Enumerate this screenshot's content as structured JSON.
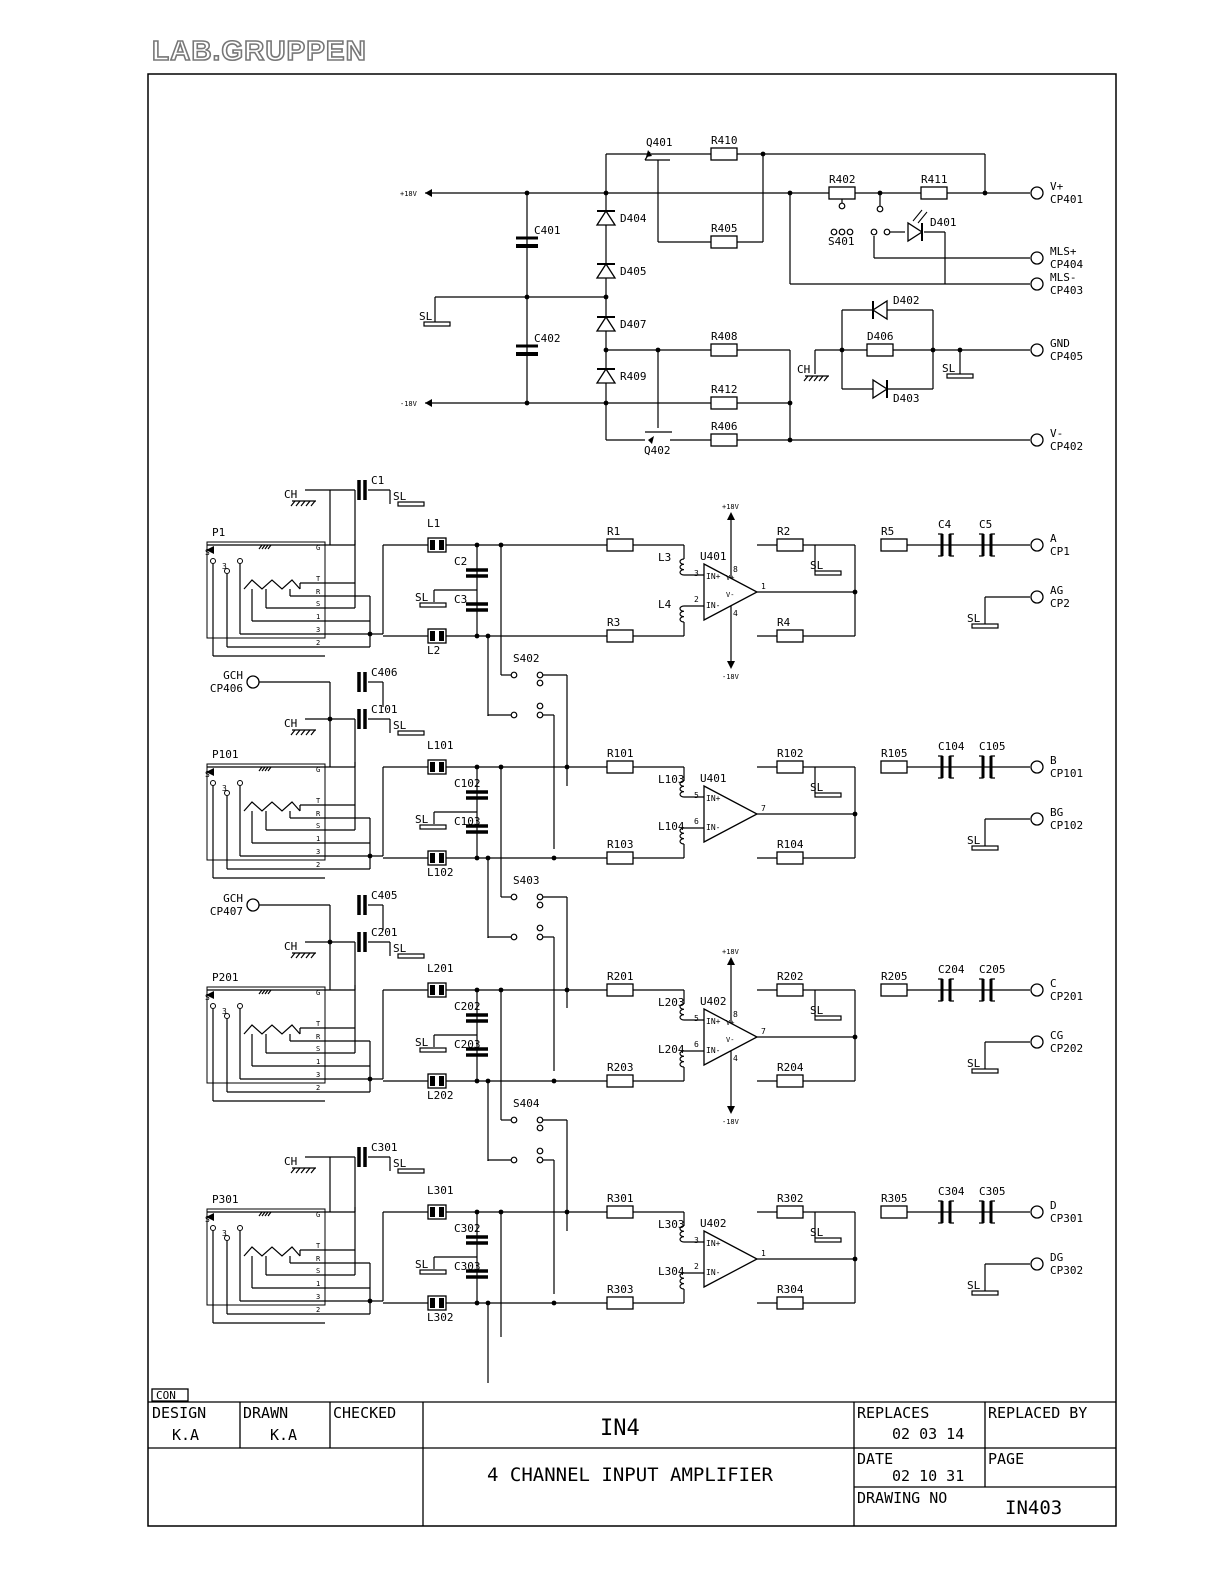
{
  "logo": "LAB.GRUPPEN",
  "supply": {
    "rail_pos": "+18V",
    "rail_neg": "-18V",
    "components": [
      "Q401",
      "R410",
      "R402",
      "R411",
      "C401",
      "D404",
      "R405",
      "S401",
      "D401",
      "D405",
      "D407",
      "C402",
      "R408",
      "D402",
      "R409",
      "D406",
      "R412",
      "D403",
      "R406",
      "Q402"
    ],
    "ports": [
      {
        "name": "V+",
        "id": "CP401"
      },
      {
        "name": "MLS+",
        "id": "CP404"
      },
      {
        "name": "MLS-",
        "id": "CP403"
      },
      {
        "name": "GND",
        "id": "CP405"
      },
      {
        "name": "V-",
        "id": "CP402"
      }
    ],
    "sl": "SL",
    "ch": "CH"
  },
  "channels": [
    {
      "conn": "P1",
      "cap_in": "C1",
      "l_top": "L1",
      "l_bot": "L2",
      "c_a": "C2",
      "c_b": "C3",
      "r_top": "R1",
      "r_bot": "R3",
      "l_a": "L3",
      "l_b": "L4",
      "op": "U401",
      "pins": [
        "3",
        "2",
        "1"
      ],
      "r_fb_top": "R2",
      "r_fb_bot": "R4",
      "r_out": "R5",
      "c_out1": "C4",
      "c_out2": "C5",
      "out": "A",
      "out_id": "CP1",
      "gnd": "AG",
      "gnd_id": "CP2",
      "switch": "S402",
      "power": true
    },
    {
      "conn": "P101",
      "cap_in": "C101",
      "cap_gch": "C406",
      "gch": "GCH",
      "gch_id": "CP406",
      "l_top": "L101",
      "l_bot": "L102",
      "c_a": "C102",
      "c_b": "C103",
      "r_top": "R101",
      "r_bot": "R103",
      "l_a": "L103",
      "l_b": "L104",
      "op": "U401",
      "pins": [
        "5",
        "6",
        "7"
      ],
      "r_fb_top": "R102",
      "r_fb_bot": "R104",
      "r_out": "R105",
      "c_out1": "C104",
      "c_out2": "C105",
      "out": "B",
      "out_id": "CP101",
      "gnd": "BG",
      "gnd_id": "CP102",
      "switch": "S403",
      "power": false
    },
    {
      "conn": "P201",
      "cap_in": "C201",
      "cap_gch": "C405",
      "gch": "GCH",
      "gch_id": "CP407",
      "l_top": "L201",
      "l_bot": "L202",
      "c_a": "C202",
      "c_b": "C203",
      "r_top": "R201",
      "r_bot": "R203",
      "l_a": "L203",
      "l_b": "L204",
      "op": "U402",
      "pins": [
        "5",
        "6",
        "7"
      ],
      "r_fb_top": "R202",
      "r_fb_bot": "R204",
      "r_out": "R205",
      "c_out1": "C204",
      "c_out2": "C205",
      "out": "C",
      "out_id": "CP201",
      "gnd": "CG",
      "gnd_id": "CP202",
      "switch": "S404",
      "power": true
    },
    {
      "conn": "P301",
      "cap_in": "C301",
      "l_top": "L301",
      "l_bot": "L302",
      "c_a": "C302",
      "c_b": "C303",
      "r_top": "R301",
      "r_bot": "R303",
      "l_a": "L303",
      "l_b": "L304",
      "op": "U402",
      "pins": [
        "3",
        "2",
        "1"
      ],
      "r_fb_top": "R302",
      "r_fb_bot": "R304",
      "r_out": "R305",
      "c_out1": "C304",
      "c_out2": "C305",
      "out": "D",
      "out_id": "CP301",
      "gnd": "DG",
      "gnd_id": "CP302",
      "switch": null,
      "power": false
    }
  ],
  "conn_pins": [
    "G",
    "T",
    "R",
    "S",
    "1",
    "3",
    "2"
  ],
  "opamp": {
    "plus": "IN+",
    "minus": "IN-",
    "vp": "V+",
    "vm": "V-",
    "p_vp": "8",
    "p_vm": "4"
  },
  "title_block": {
    "con": "CON",
    "design_label": "DESIGN",
    "design_value": "K.A",
    "drawn_label": "DRAWN",
    "drawn_value": "K.A",
    "checked_label": "CHECKED",
    "code": "IN4",
    "title": "4 CHANNEL INPUT AMPLIFIER",
    "replaces_label": "REPLACES",
    "replaces_value": "02 03 14",
    "replaced_by_label": "REPLACED BY",
    "date_label": "DATE",
    "date_value": "02 10 31",
    "page_label": "PAGE",
    "drawing_no_label": "DRAWING NO",
    "drawing_no_value": "IN403"
  }
}
